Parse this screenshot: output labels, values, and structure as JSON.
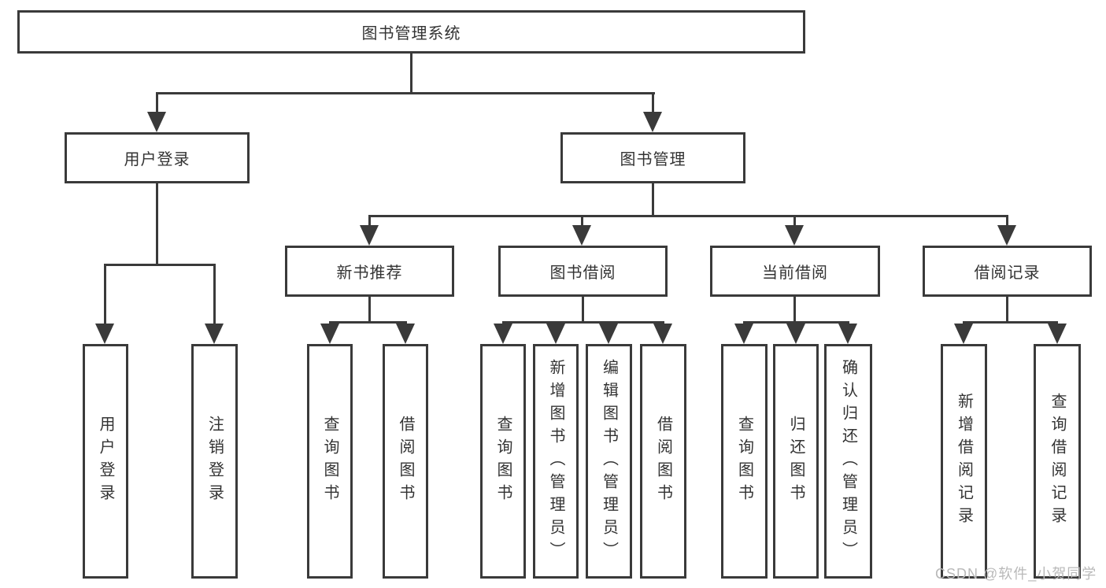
{
  "diagram": {
    "root": {
      "label": "图书管理系统"
    },
    "branches": [
      {
        "label": "用户登录",
        "children": [
          {
            "label": "用户登录"
          },
          {
            "label": "注销登录"
          }
        ]
      },
      {
        "label": "图书管理",
        "children": [
          {
            "label": "新书推荐",
            "children": [
              {
                "label": "查询图书"
              },
              {
                "label": "借阅图书"
              }
            ]
          },
          {
            "label": "图书借阅",
            "children": [
              {
                "label": "查询图书"
              },
              {
                "label": "新增图书（管理员）"
              },
              {
                "label": "编辑图书（管理员）"
              },
              {
                "label": "借阅图书"
              }
            ]
          },
          {
            "label": "当前借阅",
            "children": [
              {
                "label": "查询图书"
              },
              {
                "label": "归还图书"
              },
              {
                "label": "确认归还（管理员）"
              }
            ]
          },
          {
            "label": "借阅记录",
            "children": [
              {
                "label": "新增借阅记录"
              },
              {
                "label": "查询借阅记录"
              }
            ]
          }
        ]
      }
    ]
  },
  "watermark": {
    "text": "CSDN @软件_小贺同学"
  },
  "colors": {
    "line": "#3a3a3a",
    "text": "#333333",
    "watermark": "#b9b9b9",
    "background": "#ffffff"
  }
}
